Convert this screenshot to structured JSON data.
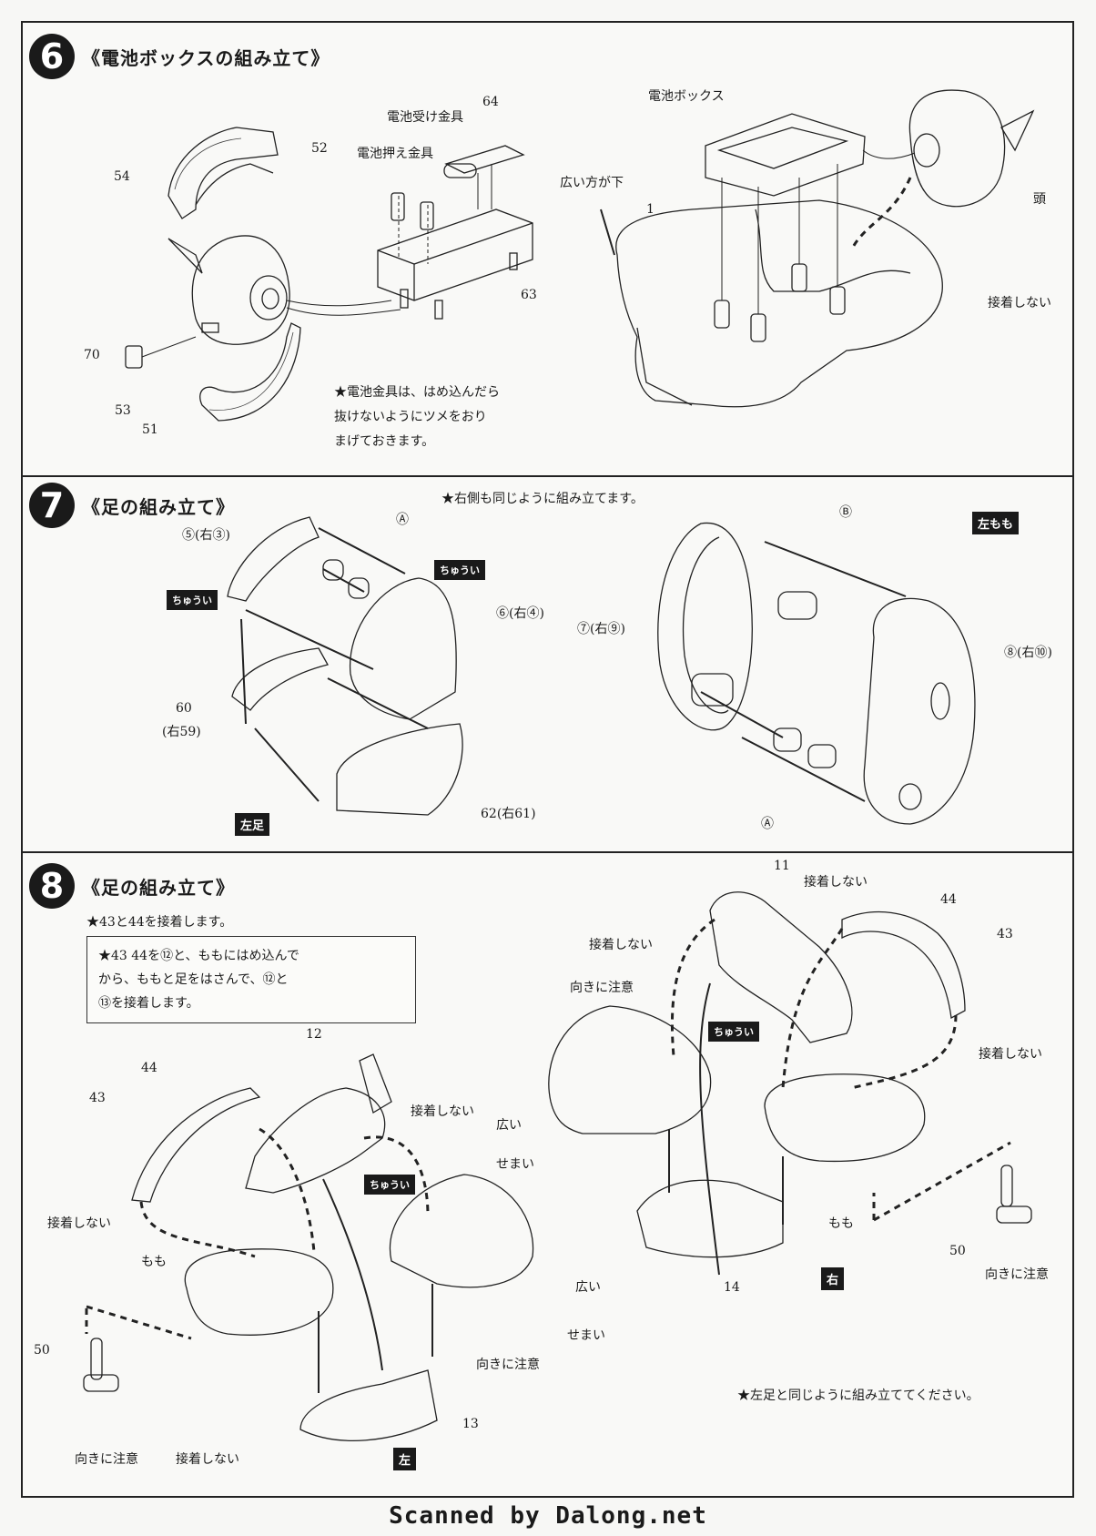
{
  "step6": {
    "number": "6",
    "title": "《電池ボックスの組み立て》",
    "labels": {
      "battery_receiver": "電池受け金具",
      "battery_holder": "電池押え金具",
      "wide_side_down": "広い方が下",
      "battery_box": "電池ボックス",
      "head": "頭",
      "no_glue": "接着しない"
    },
    "parts": [
      "64",
      "52",
      "54",
      "63",
      "70",
      "53",
      "51",
      "1"
    ],
    "note_lines": [
      "★電池金具は、はめ込んだら",
      "抜けないようにツメをおり",
      "まげておきます。"
    ]
  },
  "step7": {
    "number": "7",
    "title": "《足の組み立て》",
    "note": "★右側も同じように組み立てます。",
    "labels": {
      "p5": "⑤(右③)",
      "p6": "⑥(右④)",
      "p60": "60",
      "p59": "(右59)",
      "p62": "62(右61)",
      "p7": "⑦(右⑨)",
      "p8": "⑧(右⑩)",
      "a": "Ⓐ",
      "b": "Ⓑ",
      "caution": "ちゅうい"
    },
    "tags": {
      "left_foot": "左足",
      "left_thigh": "左もも"
    }
  },
  "step8": {
    "number": "8",
    "title": "《足の組み立て》",
    "note1": "★43と44を接着します。",
    "box_lines": [
      "★43 44を⑫と、ももにはめ込んで",
      "から、ももと足をはさんで、⑫と",
      "⑬を接着します。"
    ],
    "labels": {
      "no_glue": "接着しない",
      "orientation": "向きに注意",
      "wide": "広い",
      "narrow": "せまい",
      "thigh": "もも",
      "caution": "ちゅうい"
    },
    "parts": [
      "11",
      "44",
      "43",
      "12",
      "50",
      "13",
      "14"
    ],
    "tags": {
      "left": "左",
      "right": "右"
    },
    "note_right": "★左足と同じように組み立ててください。"
  },
  "footer": "Scanned by Dalong.net"
}
